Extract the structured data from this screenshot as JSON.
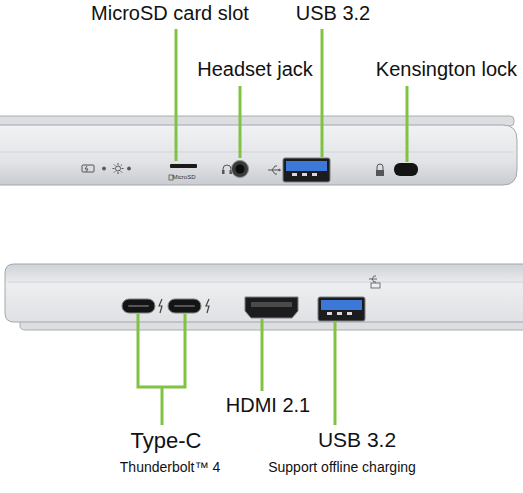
{
  "diagram": {
    "labels": [
      "MicroSD card slot",
      "USB 3.2",
      "Headset jack",
      "Kensington lock",
      "MicroSD",
      "HDMI 2.1",
      "Type-C",
      "USB 3.2",
      "Thunderbolt™ 4",
      "Support offline charging"
    ]
  }
}
